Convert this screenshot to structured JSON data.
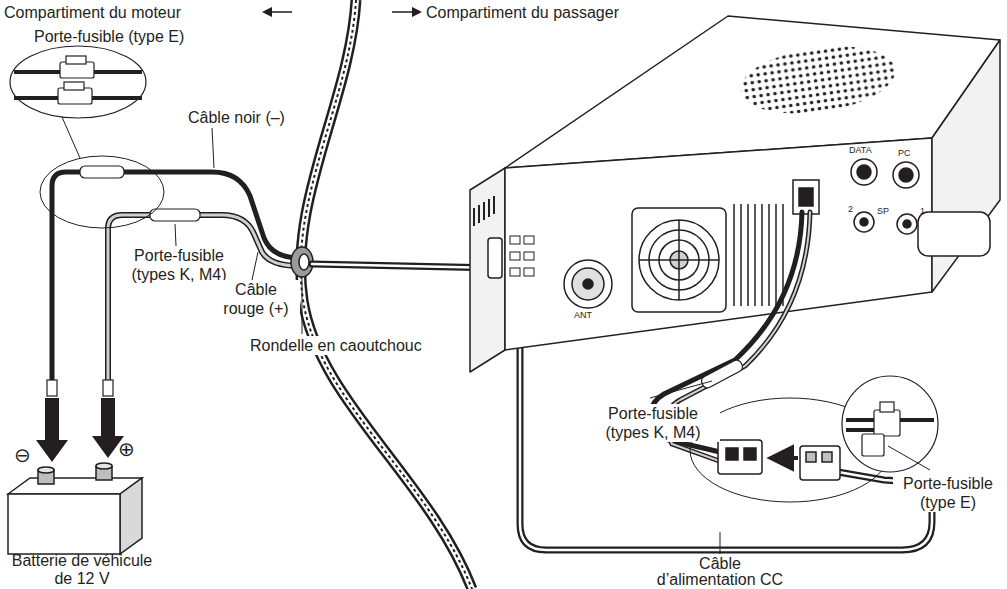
{
  "diagram": {
    "labels": [
      "Compartiment du moteur",
      "Compartiment du passager",
      "Porte-fusible (type E)",
      "Câble noir (–)",
      "Porte-fusible (types K, M4)",
      "Câble rouge (+)",
      "Rondelle en caoutchouc",
      "⊖",
      "⊕",
      "Batterie de véhicule de 12 V",
      "ANT",
      "DATA",
      "PC",
      "2",
      "SP",
      "1",
      "Porte-fusible (types K, M4)",
      "Porte-fusible (type E)",
      "Câble d’alimentation CC"
    ]
  }
}
